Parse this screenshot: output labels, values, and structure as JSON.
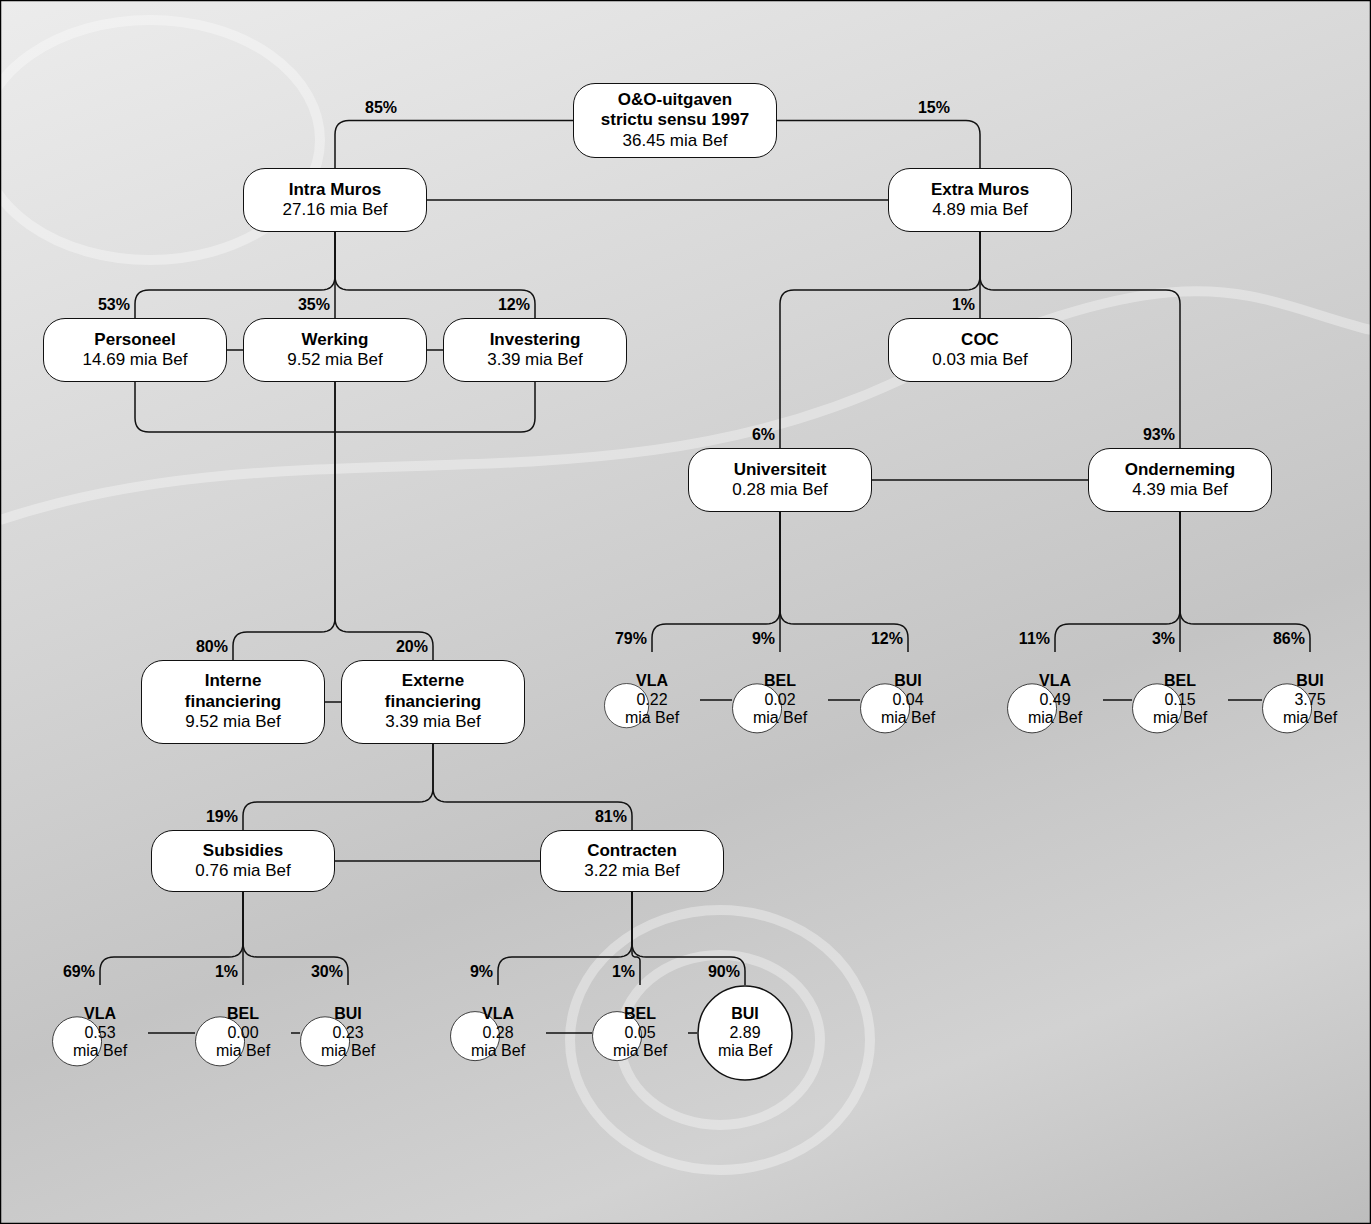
{
  "diagram": {
    "nodes": [
      {
        "text": [
          "O&O-uitgaven strictu sensu 1997",
          "36.45 mia Bef"
        ]
      },
      {
        "text": [
          "Intra Muros",
          "27.16 mia Bef"
        ]
      },
      {
        "text": [
          "Extra Muros",
          "4.89 mia Bef"
        ]
      },
      {
        "text": [
          "Personeel",
          "14.69 mia Bef"
        ]
      },
      {
        "text": [
          "Werking",
          "9.52 mia Bef"
        ]
      },
      {
        "text": [
          "Investering",
          "3.39 mia Bef"
        ]
      },
      {
        "text": [
          "COC",
          "0.03 mia Bef"
        ]
      },
      {
        "text": [
          "Universiteit",
          "0.28 mia Bef"
        ]
      },
      {
        "text": [
          "Onderneming",
          "4.39 mia Bef"
        ]
      },
      {
        "text": [
          "Interne financiering",
          "9.52 mia Bef"
        ]
      },
      {
        "text": [
          "Externe financiering",
          "3.39 mia Bef"
        ]
      },
      {
        "text": [
          "VLA",
          "0.22 mia Bef"
        ]
      },
      {
        "text": [
          "BEL",
          "0.02 mia Bef"
        ]
      },
      {
        "text": [
          "BUI",
          "0.04 mia Bef"
        ]
      },
      {
        "text": [
          "VLA",
          "0.49 mia Bef"
        ]
      },
      {
        "text": [
          "BEL",
          "0.15 mia Bef"
        ]
      },
      {
        "text": [
          "BUI",
          "3.75 mia Bef"
        ]
      },
      {
        "text": [
          "Subsidies",
          "0.76 mia Bef"
        ]
      },
      {
        "text": [
          "Contracten",
          "3.22 mia Bef"
        ]
      },
      {
        "text": [
          "VLA",
          "0.53 mia Bef"
        ]
      },
      {
        "text": [
          "BEL",
          "0.00 mia Bef"
        ]
      },
      {
        "text": [
          "BUI",
          "0.23 mia Bef"
        ]
      },
      {
        "text": [
          "VLA",
          "0.28 mia Bef"
        ]
      },
      {
        "text": [
          "BEL",
          "0.05 mia Bef"
        ]
      },
      {
        "text": [
          "BUI",
          "2.89 mia Bef"
        ]
      }
    ],
    "edges": [
      {
        "from": 0,
        "to": 1,
        "label": "85%",
        "arrow": "none"
      },
      {
        "from": 0,
        "to": 2,
        "label": "15%",
        "arrow": "none"
      },
      {
        "from": 1,
        "to": 2,
        "arrow": "none"
      },
      {
        "from": 1,
        "to": 3,
        "label": "53%",
        "arrow": "none"
      },
      {
        "from": 1,
        "to": 4,
        "label": "35%",
        "arrow": "none"
      },
      {
        "from": 1,
        "to": 5,
        "label": "12%",
        "arrow": "none"
      },
      {
        "from": 3,
        "to": 4,
        "arrow": "none"
      },
      {
        "from": 4,
        "to": 5,
        "arrow": "none"
      },
      {
        "from": 2,
        "to": 6,
        "label": "1%",
        "arrow": "none"
      },
      {
        "from": 2,
        "to": 7,
        "label": "6%",
        "arrow": "none"
      },
      {
        "from": 2,
        "to": 8,
        "label": "93%",
        "arrow": "none"
      },
      {
        "from": 7,
        "to": 8,
        "arrow": "none"
      },
      {
        "from": 4,
        "to": 9,
        "label": "80%",
        "arrow": "none"
      },
      {
        "from": 4,
        "to": 10,
        "label": "20%",
        "arrow": "none"
      },
      {
        "from": 9,
        "to": 10,
        "arrow": "none"
      },
      {
        "from": 7,
        "to": 11,
        "label": "79%",
        "arrow": "none"
      },
      {
        "from": 7,
        "to": 12,
        "label": "9%",
        "arrow": "none"
      },
      {
        "from": 7,
        "to": 13,
        "label": "12%",
        "arrow": "none"
      },
      {
        "from": 11,
        "to": 12,
        "arrow": "none"
      },
      {
        "from": 12,
        "to": 13,
        "arrow": "none"
      },
      {
        "from": 8,
        "to": 14,
        "label": "11%",
        "arrow": "none"
      },
      {
        "from": 8,
        "to": 15,
        "label": "3%",
        "arrow": "none"
      },
      {
        "from": 8,
        "to": 16,
        "label": "86%",
        "arrow": "none"
      },
      {
        "from": 14,
        "to": 15,
        "arrow": "none"
      },
      {
        "from": 15,
        "to": 16,
        "arrow": "none"
      },
      {
        "from": 10,
        "to": 17,
        "label": "19%",
        "arrow": "none"
      },
      {
        "from": 10,
        "to": 18,
        "label": "81%",
        "arrow": "none"
      },
      {
        "from": 17,
        "to": 18,
        "arrow": "none"
      },
      {
        "from": 17,
        "to": 19,
        "label": "69%",
        "arrow": "none"
      },
      {
        "from": 17,
        "to": 20,
        "label": "1%",
        "arrow": "none"
      },
      {
        "from": 17,
        "to": 21,
        "label": "30%",
        "arrow": "none"
      },
      {
        "from": 19,
        "to": 20,
        "arrow": "none"
      },
      {
        "from": 20,
        "to": 21,
        "arrow": "none"
      },
      {
        "from": 18,
        "to": 22,
        "label": "9%",
        "arrow": "none"
      },
      {
        "from": 18,
        "to": 23,
        "label": "1%",
        "arrow": "none"
      },
      {
        "from": 18,
        "to": 24,
        "label": "90%",
        "arrow": "none"
      },
      {
        "from": 22,
        "to": 23,
        "arrow": "none"
      },
      {
        "from": 23,
        "to": 24,
        "arrow": "none"
      }
    ]
  }
}
